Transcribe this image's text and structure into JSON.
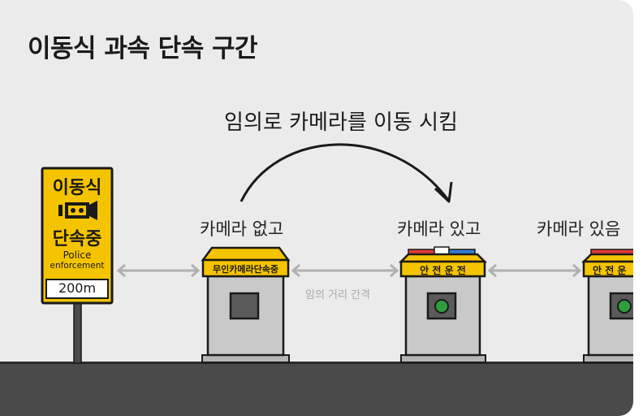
{
  "title": "이동식 과속 단속 구간",
  "subtitle": "임의로 카메라를 이동 시킴",
  "booths": [
    {
      "caption": "카메라 없고",
      "sign": "무인카메라단속중"
    },
    {
      "caption": "카메라 있고",
      "sign": "안 전 운 전"
    },
    {
      "caption": "카메라 있음",
      "sign": "안 전 운"
    }
  ],
  "gap_label": "임의 거리 간격",
  "road_sign": {
    "line1": "이동식",
    "line2": "단속중",
    "line3": "Police",
    "line4": "enforcement",
    "distance": "200m"
  },
  "colors": {
    "sign_yellow": "#f5c400",
    "booth_gray": "#c9c9c9",
    "lens_green": "#2e9e3c",
    "road": "#4a4a4a",
    "siren_red": "#e23b3b",
    "siren_blue": "#2f7fd8"
  }
}
